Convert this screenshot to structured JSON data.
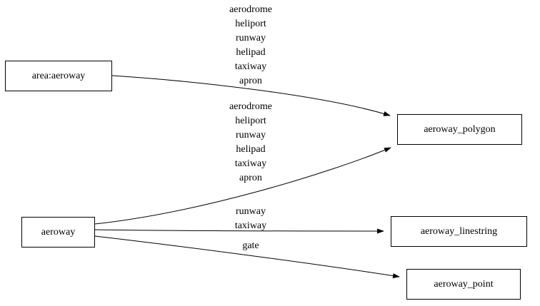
{
  "diagram": {
    "nodes": [
      {
        "id": "area:aeroway",
        "label": "area:aeroway"
      },
      {
        "id": "aeroway",
        "label": "aeroway"
      },
      {
        "id": "aeroway_polygon",
        "label": "aeroway_polygon"
      },
      {
        "id": "aeroway_linestring",
        "label": "aeroway_linestring"
      },
      {
        "id": "aeroway_point",
        "label": "aeroway_point"
      }
    ],
    "edges": [
      {
        "from": "area:aeroway",
        "to": "aeroway_polygon",
        "label": "aerodrome\nheliport\nrunway\nhelipad\ntaxiway\napron"
      },
      {
        "from": "aeroway",
        "to": "aeroway_polygon",
        "label": "aerodrome\nheliport\nrunway\nhelipad\ntaxiway\napron"
      },
      {
        "from": "aeroway",
        "to": "aeroway_linestring",
        "label": "runway\ntaxiway"
      },
      {
        "from": "aeroway",
        "to": "aeroway_point",
        "label": "gate"
      }
    ],
    "colors": {
      "node_border": "#000000",
      "edge_stroke": "#000000",
      "background": "#ffffff"
    }
  }
}
